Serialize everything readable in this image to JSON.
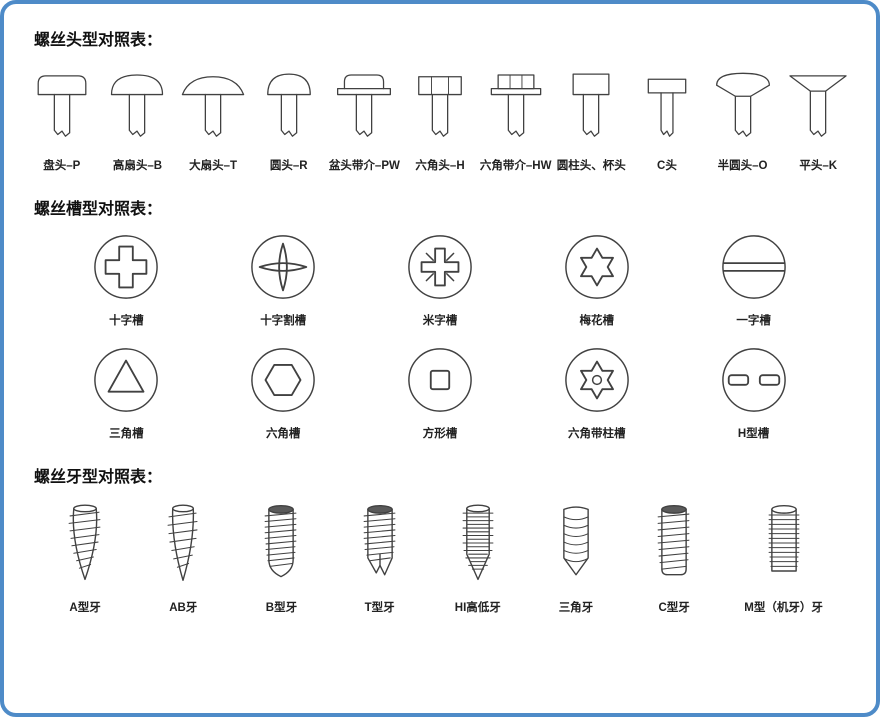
{
  "colors": {
    "border": "#4e8bc8",
    "ink": "#414141"
  },
  "sections": {
    "heads": {
      "title": "螺丝头型对照表：",
      "items": [
        {
          "label": "盘头–P"
        },
        {
          "label": "高扇头–B"
        },
        {
          "label": "大扇头–T"
        },
        {
          "label": "圆头–R"
        },
        {
          "label": "盆头带介–PW"
        },
        {
          "label": "六角头–H"
        },
        {
          "label": "六角带介–HW"
        },
        {
          "label": "圆柱头、杯头"
        },
        {
          "label": "C头"
        },
        {
          "label": "半圆头–O"
        },
        {
          "label": "平头–K"
        }
      ]
    },
    "slots": {
      "title": "螺丝槽型对照表：",
      "row1": [
        {
          "label": "十字槽"
        },
        {
          "label": "十字割槽"
        },
        {
          "label": "米字槽"
        },
        {
          "label": "梅花槽"
        },
        {
          "label": "一字槽"
        }
      ],
      "row2": [
        {
          "label": "三角槽"
        },
        {
          "label": "六角槽"
        },
        {
          "label": "方形槽"
        },
        {
          "label": "六角带柱槽"
        },
        {
          "label": "H型槽"
        }
      ]
    },
    "threads": {
      "title": "螺丝牙型对照表：",
      "items": [
        {
          "label": "A型牙"
        },
        {
          "label": "AB牙"
        },
        {
          "label": "B型牙"
        },
        {
          "label": "T型牙"
        },
        {
          "label": "HI高低牙"
        },
        {
          "label": "三角牙"
        },
        {
          "label": "C型牙"
        },
        {
          "label": "M型（机牙）牙"
        }
      ]
    }
  }
}
